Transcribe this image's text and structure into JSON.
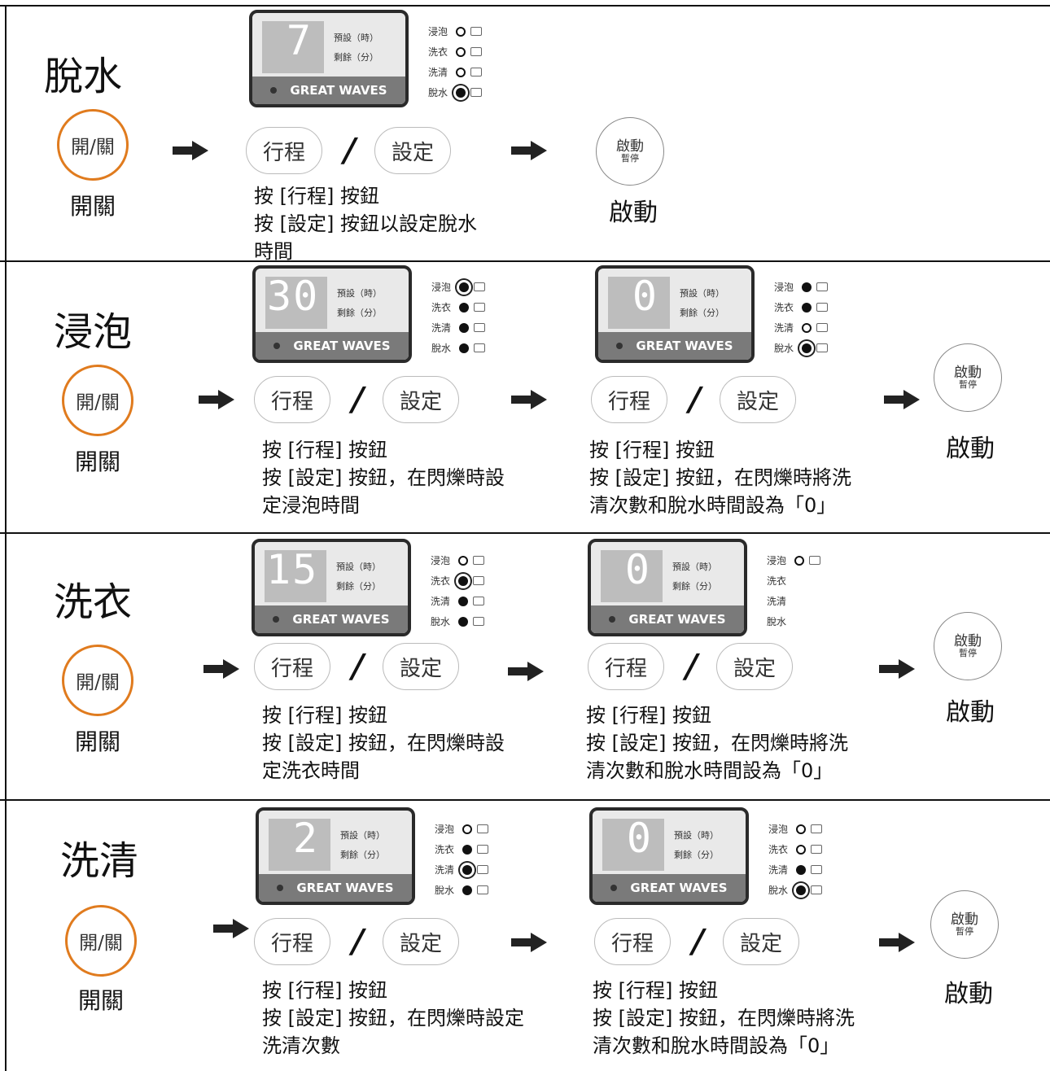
{
  "labels": {
    "power_button": "開/關",
    "power_caption": "開關",
    "program_button": "行程",
    "setting_button": "設定",
    "start_line1": "啟動",
    "start_line2": "暫停",
    "start_caption": "啟動",
    "display_preset": "預設（時）",
    "display_remaining": "剩餘（分）",
    "brand": "GREAT WAVES",
    "status_soak": "浸泡",
    "status_wash": "洗衣",
    "status_rinse": "洗清",
    "status_spin": "脫水"
  },
  "sections": [
    {
      "title": "脫水",
      "displays": [
        {
          "digit": "7",
          "status": [
            "off",
            "off",
            "off",
            "blink"
          ]
        }
      ],
      "instructions": [
        [
          "按 [行程] 按鈕",
          "按 [設定] 按鈕以設定脫水",
          "時間"
        ]
      ]
    },
    {
      "title": "浸泡",
      "displays": [
        {
          "digit": "30",
          "status": [
            "blink",
            "on",
            "on",
            "on"
          ]
        },
        {
          "digit": "0",
          "status": [
            "on",
            "on",
            "off",
            "blink"
          ]
        }
      ],
      "instructions": [
        [
          "按 [行程] 按鈕",
          "按 [設定] 按鈕，在閃爍時設",
          "定浸泡時間"
        ],
        [
          "按 [行程] 按鈕",
          "按 [設定] 按鈕，在閃爍時將洗",
          "清次數和脫水時間設為「0」"
        ]
      ]
    },
    {
      "title": "洗衣",
      "displays": [
        {
          "digit": "15",
          "status": [
            "off",
            "blink",
            "on",
            "on"
          ]
        },
        {
          "digit": "0",
          "status": [
            "off",
            "none",
            "none",
            "none"
          ]
        }
      ],
      "instructions": [
        [
          "按 [行程] 按鈕",
          "按 [設定] 按鈕，在閃爍時設",
          "定洗衣時間"
        ],
        [
          "按 [行程] 按鈕",
          "按 [設定] 按鈕，在閃爍時將洗",
          "清次數和脫水時間設為「0」"
        ]
      ]
    },
    {
      "title": "洗清",
      "displays": [
        {
          "digit": "2",
          "status": [
            "off",
            "on",
            "blink",
            "on"
          ]
        },
        {
          "digit": "0",
          "status": [
            "off",
            "off",
            "on",
            "blink"
          ]
        }
      ],
      "instructions": [
        [
          "按 [行程] 按鈕",
          "按 [設定] 按鈕，在閃爍時設定",
          "洗清次數"
        ],
        [
          "按 [行程] 按鈕",
          "按 [設定] 按鈕，在閃爍時將洗",
          "清次數和脫水時間設為「0」"
        ]
      ]
    }
  ]
}
